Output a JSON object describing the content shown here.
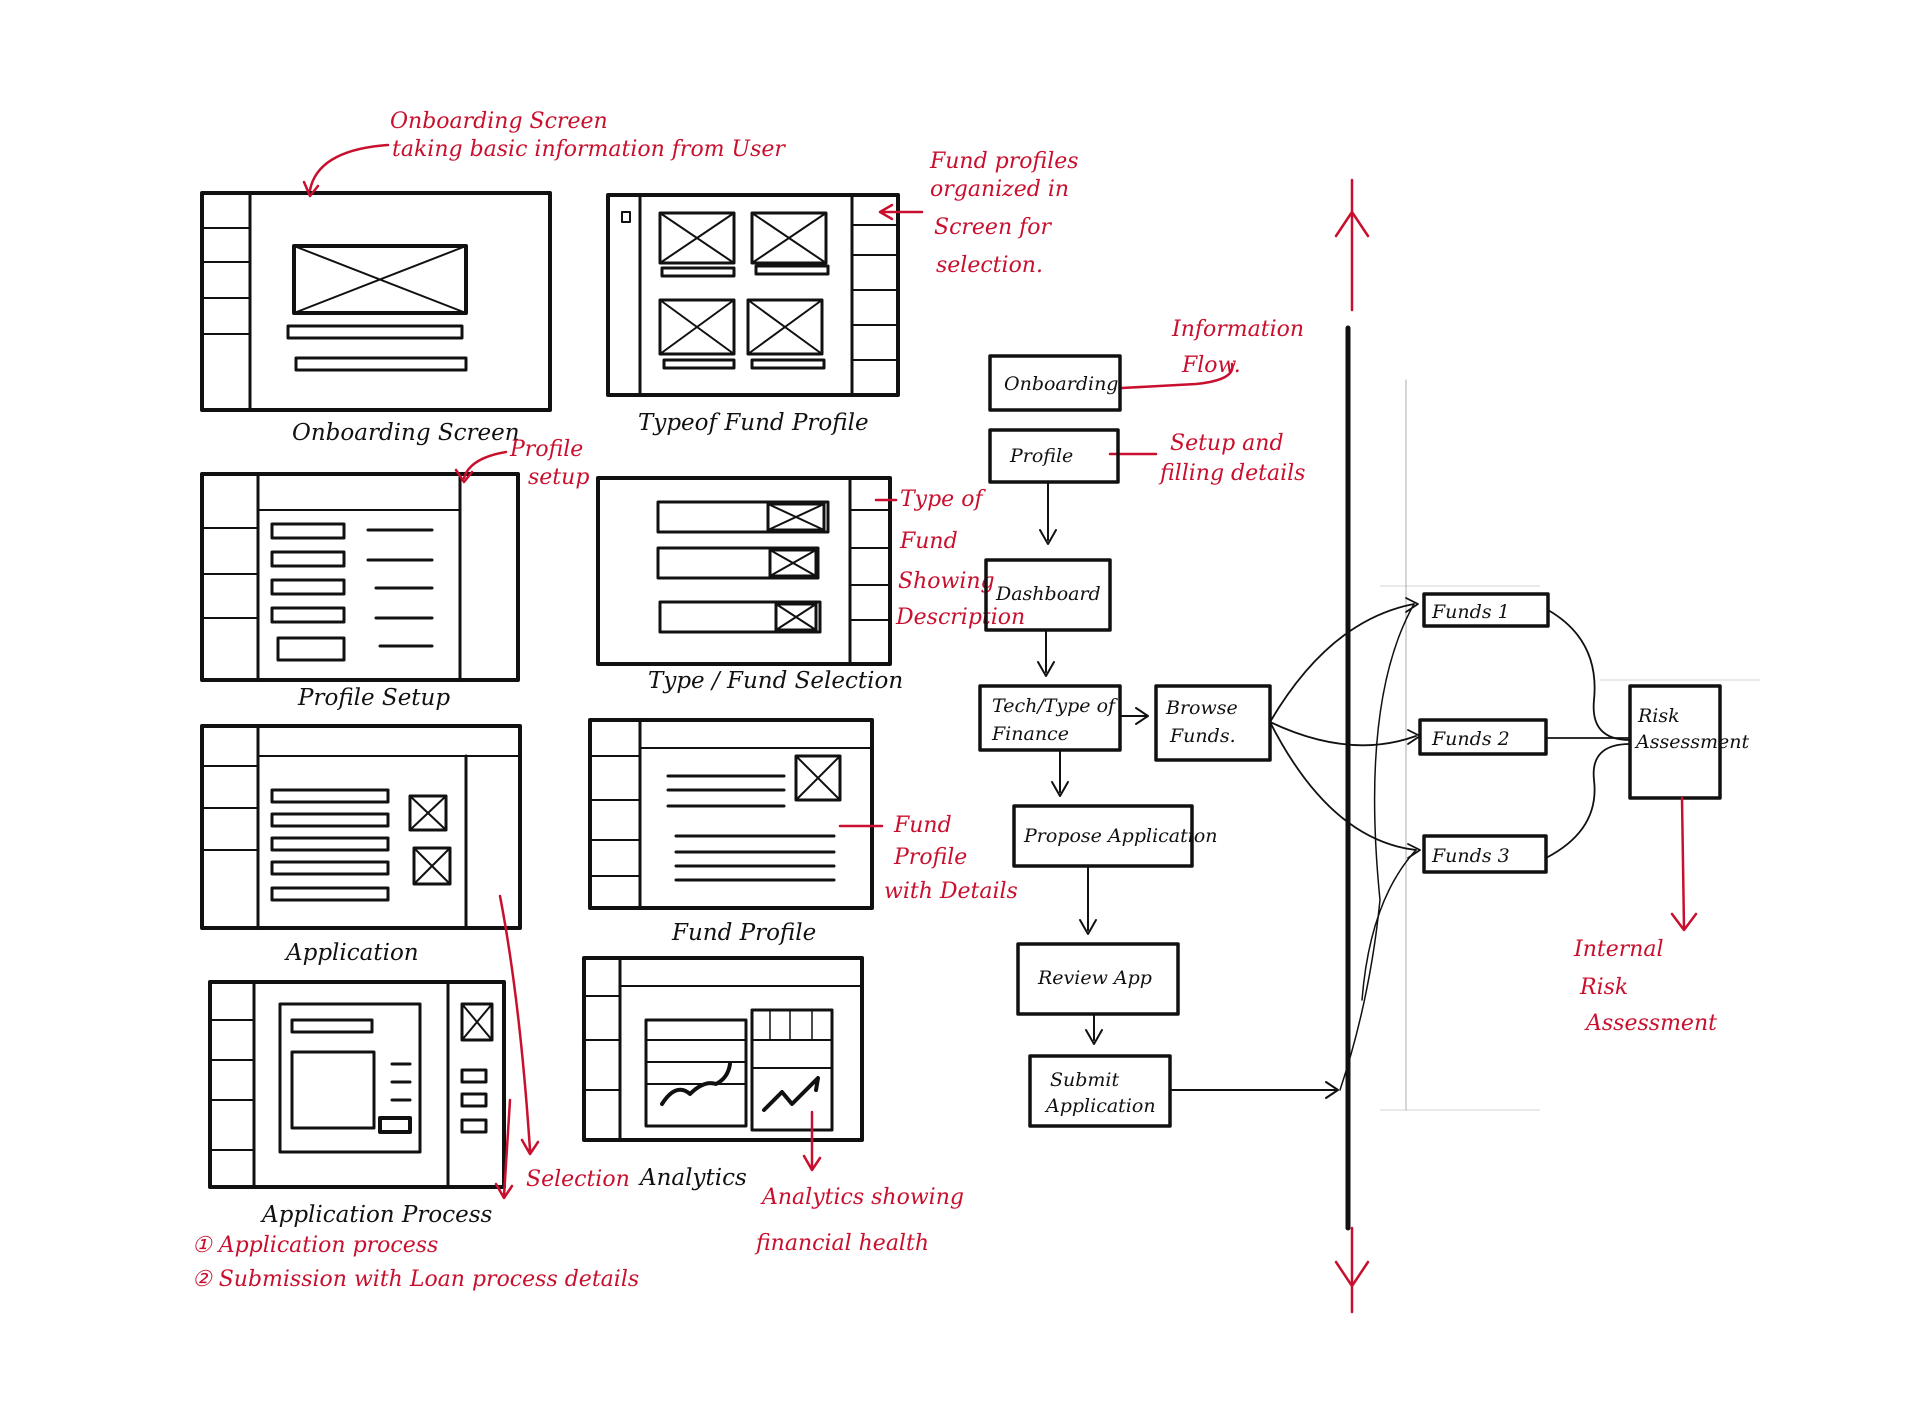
{
  "wireframes": [
    {
      "id": "onboarding",
      "label": "Onboarding Screen"
    },
    {
      "id": "typeof-fund-profile",
      "label": "Typeof Fund Profile"
    },
    {
      "id": "profile-setup",
      "label": "Profile Setup"
    },
    {
      "id": "type-fund-selection",
      "label": "Type / Fund Selection"
    },
    {
      "id": "application",
      "label": "Application"
    },
    {
      "id": "fund-profile",
      "label": "Fund Profile"
    },
    {
      "id": "application-process",
      "label": "Application Process"
    },
    {
      "id": "analytics",
      "label": "Analytics"
    }
  ],
  "annotations": {
    "onboarding_top": [
      "Onboarding Screen",
      "taking basic information from User"
    ],
    "fund_profiles": [
      "Fund profiles",
      "organized in",
      "Screen for",
      "selection."
    ],
    "profile_setup": [
      "Profile",
      "setup"
    ],
    "type_of_fund": [
      "Type of",
      "Fund",
      "Showing",
      "Description"
    ],
    "fund_profile_details": [
      "Fund",
      "Profile",
      "with Details"
    ],
    "selection": "Selection",
    "analytics_health": [
      "Analytics showing",
      "financial health"
    ],
    "notes": [
      "① Application process",
      "② Submission with Loan process details"
    ],
    "information_flow": [
      "Information",
      "Flow."
    ],
    "setup_details": [
      "Setup and",
      "filling details"
    ],
    "internal_risk": [
      "Internal",
      "Risk",
      "Assessment"
    ]
  },
  "flow": {
    "onboarding": "Onboarding",
    "profile": "Profile",
    "dashboard": "Dashboard",
    "tech_type": [
      "Tech/Type of",
      "Finance"
    ],
    "browse": [
      "Browse",
      "Funds."
    ],
    "propose": "Propose Application",
    "review": "Review App",
    "submit": [
      "Submit",
      "Application"
    ],
    "fund1": "Funds 1",
    "fund2": "Funds 2",
    "fund3": "Funds 3",
    "risk": [
      "Risk",
      "Assessment"
    ]
  }
}
